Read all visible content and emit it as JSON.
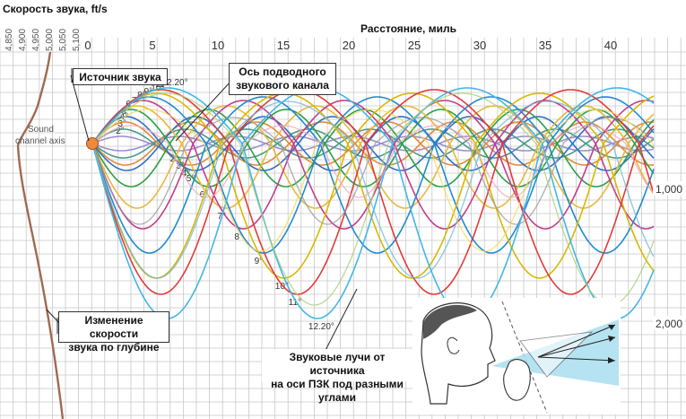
{
  "speed_axis": {
    "title": "Скорость звука, ft/s",
    "ticks": [
      "4,850",
      "4,900",
      "4,950",
      "5,000",
      "5,050",
      "5,100"
    ]
  },
  "distance_axis": {
    "title": "Расстояние, миль",
    "ticks": [
      "0",
      "5",
      "10",
      "15",
      "20",
      "25",
      "30",
      "35",
      "40"
    ]
  },
  "depth_axis": {
    "ticks": [
      "1,000",
      "2,000"
    ]
  },
  "axis_label": [
    "Sound",
    "channel axis"
  ],
  "callouts": {
    "source": "Источник звука",
    "channel_axis": [
      "Ось подводного",
      "звукового канала"
    ],
    "speed_profile": [
      "Изменение скорости",
      "звука по глубине"
    ],
    "rays": [
      "Звуковые лучи от источника",
      "на оси ПЗК под разными углами"
    ]
  },
  "rays": [
    {
      "label": "2°",
      "color": "#9b8fd0",
      "up": 8,
      "down": 8
    },
    {
      "label": "3°",
      "color": "#4a9a88",
      "up": 16,
      "down": 16
    },
    {
      "label": "4°",
      "color": "#e08a3a",
      "up": 24,
      "down": 24
    },
    {
      "label": "5°",
      "color": "#2d6fc7",
      "up": 30,
      "down": 30
    },
    {
      "label": "6°",
      "color": "#2aa043",
      "up": 38,
      "down": 48
    },
    {
      "label": "7°",
      "color": "#e8b83a",
      "up": 42,
      "down": 72
    },
    {
      "label": "8°",
      "color": "#c23d8c",
      "up": 48,
      "down": 95
    },
    {
      "label": "9°",
      "color": "#1f8bd0",
      "up": 52,
      "down": 122
    },
    {
      "label": "10°",
      "color": "#d8b800",
      "up": 56,
      "down": 150
    },
    {
      "label": "11°",
      "color": "#e23a3a",
      "up": 60,
      "down": 168
    },
    {
      "label": "12.20°",
      "color": "#43b6e6",
      "up": 62,
      "down": 195
    }
  ],
  "extra_ray_colors": [
    "#f2a6c0",
    "#9a9a9a",
    "#f2d95c",
    "#6fb8d8",
    "#a8d07a"
  ],
  "colors": {
    "speed_profile": "#a06a50",
    "source_dot": "#f08a3a",
    "grid": "#c8c8c8"
  },
  "icons": [
    "ear-listener-illustration"
  ]
}
